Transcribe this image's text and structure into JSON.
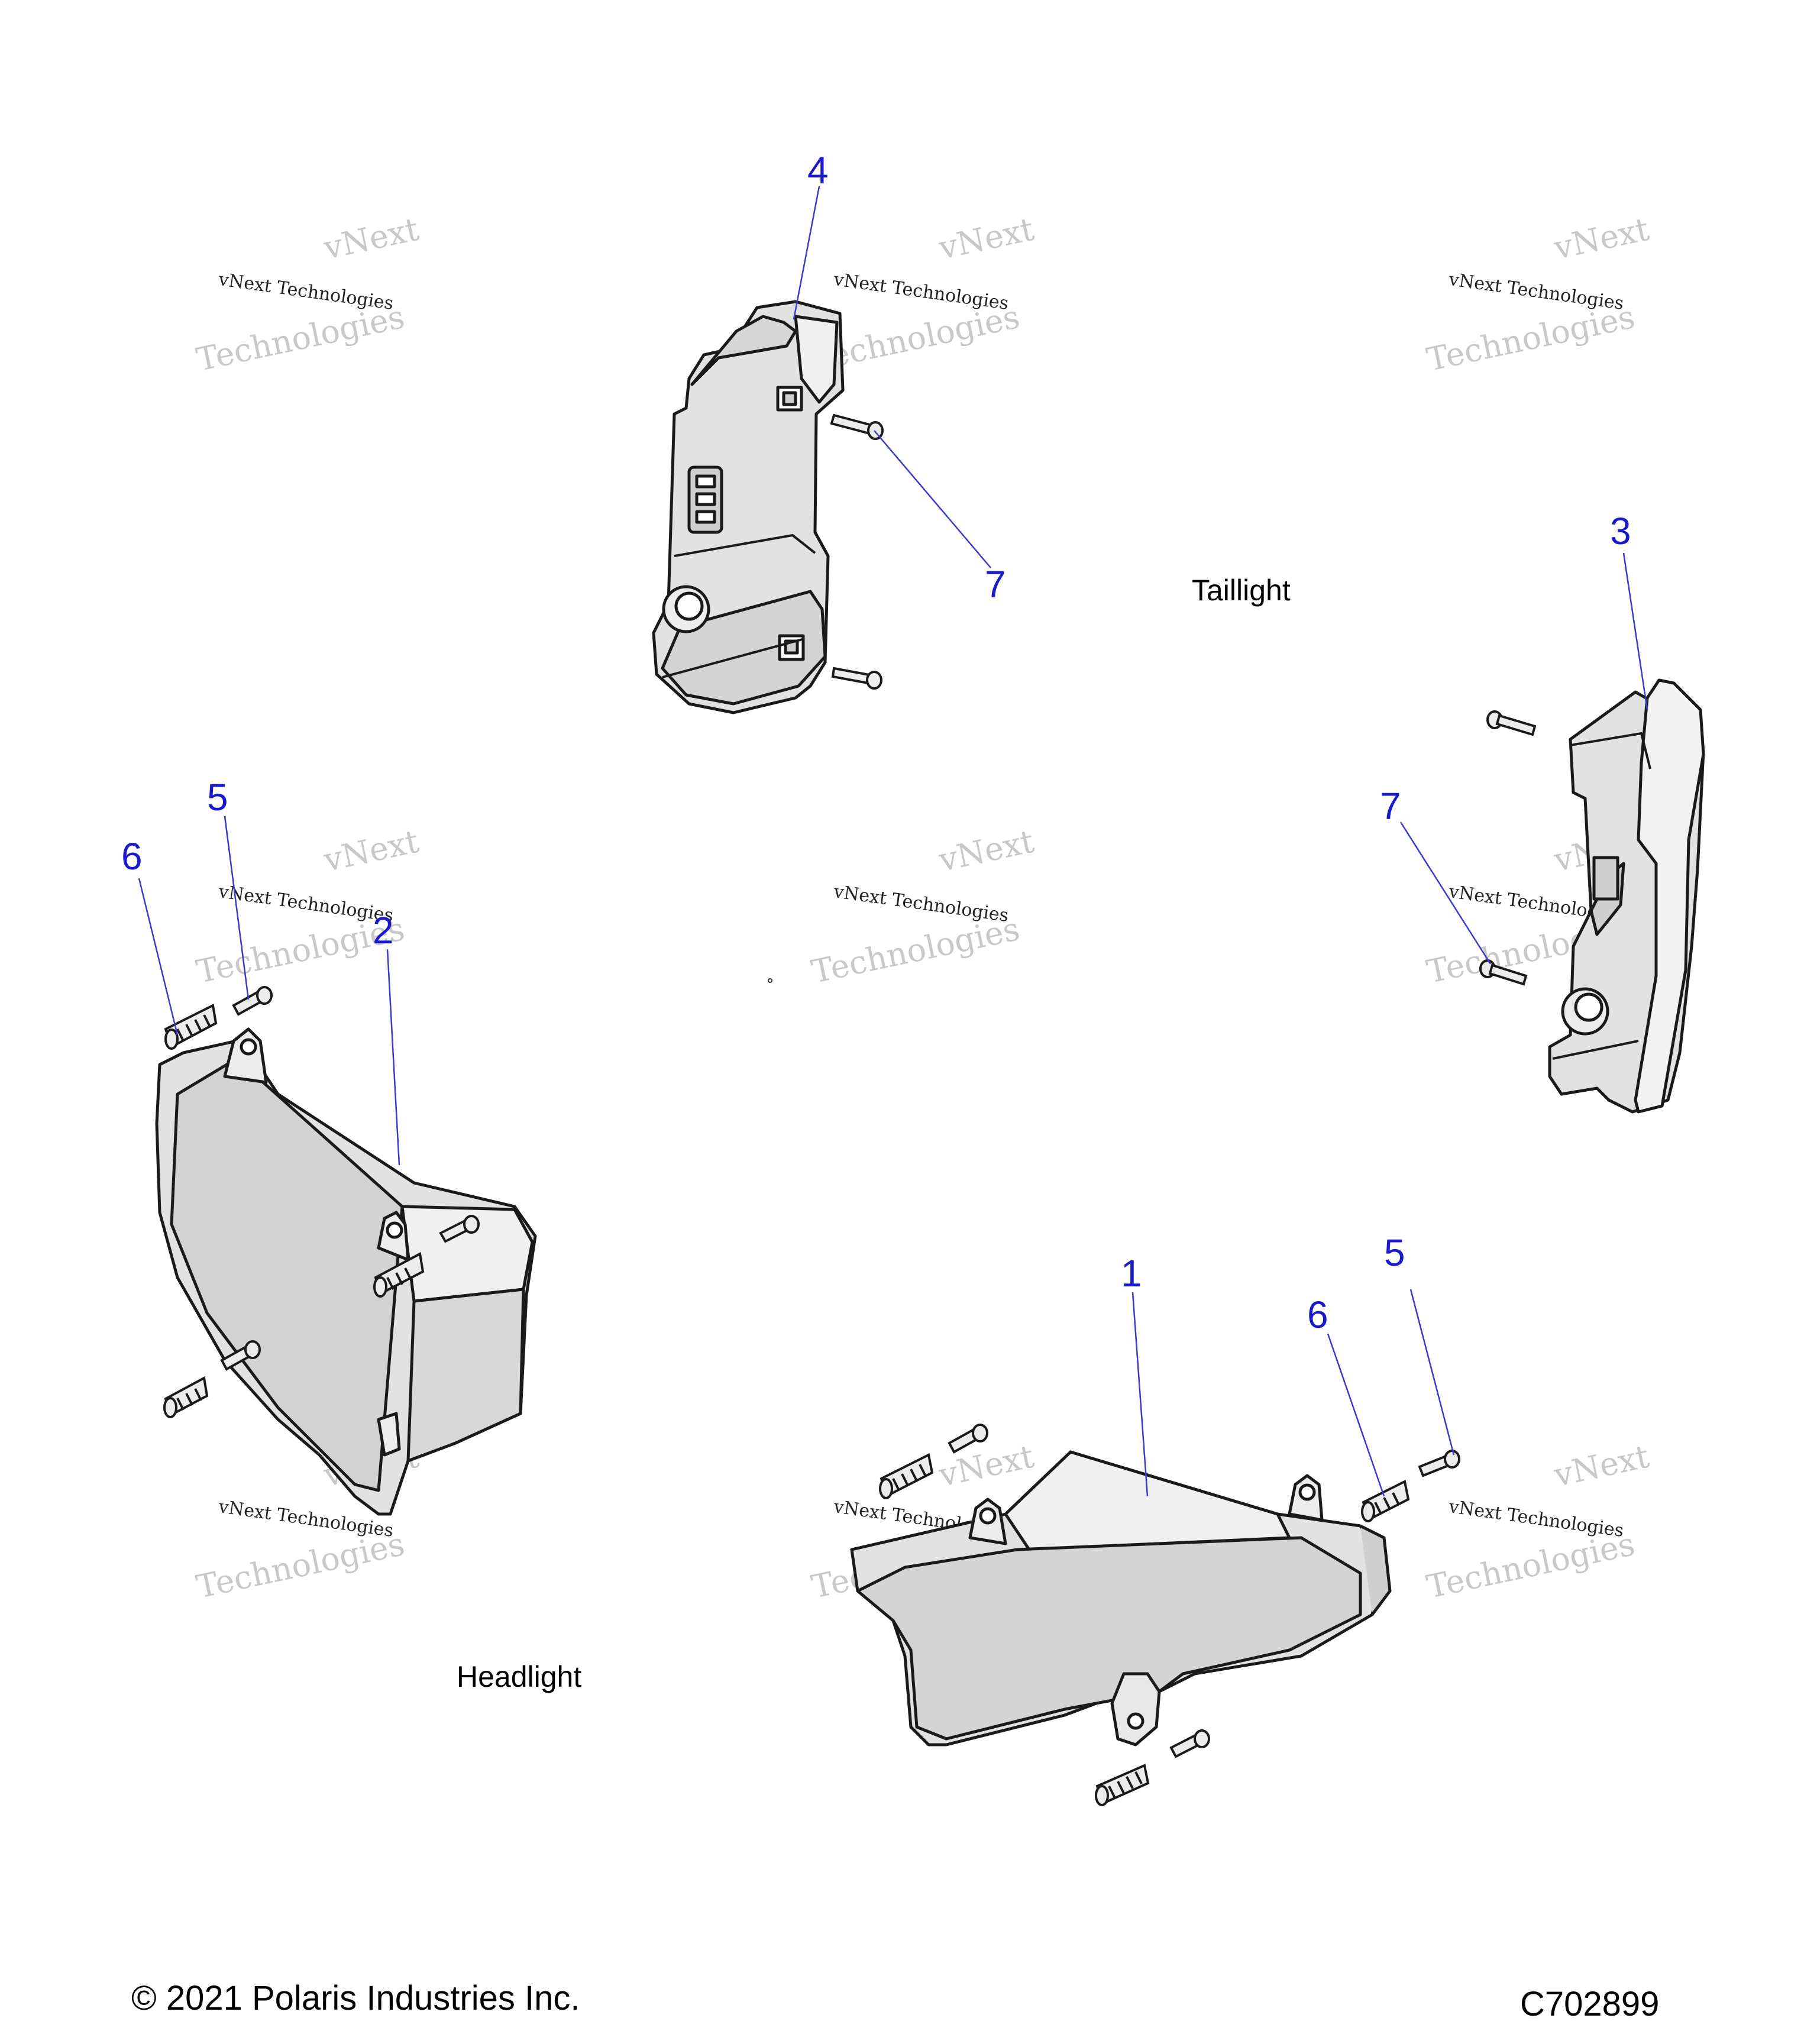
{
  "colors": {
    "callout": "#1a1acc",
    "leader": "#3a3ad0",
    "part_fill": "#e2e2e2",
    "part_outline": "#1a1a1a",
    "watermark": "#bdbdbd"
  },
  "callouts": {
    "c4": "4",
    "c7a": "7",
    "c3": "3",
    "c7b": "7",
    "c5a": "5",
    "c6a": "6",
    "c2": "2",
    "c1": "1",
    "c6b": "6",
    "c5b": "5"
  },
  "labels": {
    "taillight": "Taillight",
    "headlight": "Headlight"
  },
  "watermark": {
    "line1": "vNext",
    "line2": "vNext Technologies",
    "line3": "Technologies"
  },
  "footer": {
    "copyright": "© 2021 Polaris Industries Inc.",
    "code": "C702899"
  }
}
